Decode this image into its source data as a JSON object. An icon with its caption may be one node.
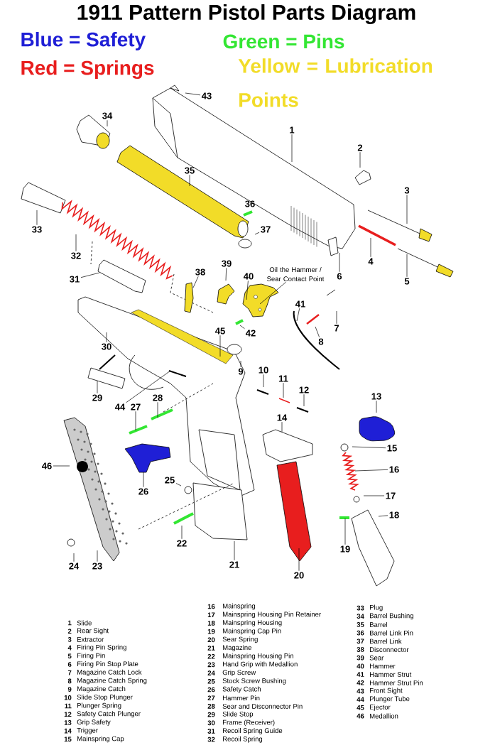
{
  "diagram": {
    "title": "1911 Pattern Pistol Parts Diagram",
    "legend": [
      {
        "text": "Blue = Safety",
        "color": "#1f1fd6"
      },
      {
        "text": "Green = Pins",
        "color": "#33e633"
      },
      {
        "text": "Red = Springs",
        "color": "#e81e1e"
      },
      {
        "text": "Yellow = Lubrication Points",
        "color": "#f2dc28"
      }
    ],
    "nodes": [
      {
        "text": [
          "1"
        ]
      },
      {
        "text": [
          "2"
        ]
      },
      {
        "text": [
          "3"
        ]
      },
      {
        "text": [
          "4"
        ]
      },
      {
        "text": [
          "5"
        ]
      },
      {
        "text": [
          "6"
        ]
      },
      {
        "text": [
          "7"
        ]
      },
      {
        "text": [
          "8"
        ]
      },
      {
        "text": [
          "9"
        ]
      },
      {
        "text": [
          "10"
        ]
      },
      {
        "text": [
          "11"
        ]
      },
      {
        "text": [
          "12"
        ]
      },
      {
        "text": [
          "13"
        ]
      },
      {
        "text": [
          "14"
        ]
      },
      {
        "text": [
          "15"
        ]
      },
      {
        "text": [
          "16"
        ]
      },
      {
        "text": [
          "17"
        ]
      },
      {
        "text": [
          "18"
        ]
      },
      {
        "text": [
          "19"
        ]
      },
      {
        "text": [
          "20"
        ]
      },
      {
        "text": [
          "21"
        ]
      },
      {
        "text": [
          "22"
        ]
      },
      {
        "text": [
          "23"
        ]
      },
      {
        "text": [
          "24"
        ]
      },
      {
        "text": [
          "25"
        ]
      },
      {
        "text": [
          "26"
        ]
      },
      {
        "text": [
          "27"
        ]
      },
      {
        "text": [
          "28"
        ]
      },
      {
        "text": [
          "29"
        ]
      },
      {
        "text": [
          "30"
        ]
      },
      {
        "text": [
          "31"
        ]
      },
      {
        "text": [
          "32"
        ]
      },
      {
        "text": [
          "33"
        ]
      },
      {
        "text": [
          "34"
        ]
      },
      {
        "text": [
          "35"
        ]
      },
      {
        "text": [
          "36"
        ]
      },
      {
        "text": [
          "37"
        ]
      },
      {
        "text": [
          "38"
        ]
      },
      {
        "text": [
          "39"
        ]
      },
      {
        "text": [
          "40"
        ]
      },
      {
        "text": [
          "41"
        ]
      },
      {
        "text": [
          "42"
        ]
      },
      {
        "text": [
          "43"
        ]
      },
      {
        "text": [
          "44"
        ]
      },
      {
        "text": [
          "45"
        ]
      },
      {
        "text": [
          "46"
        ]
      },
      {
        "text": [
          "Oil the Hammer / Sear Contact Point"
        ]
      }
    ],
    "edges": [
      {
        "from": 0,
        "to": null,
        "arrow": "none"
      },
      {
        "from": 1,
        "to": null,
        "arrow": "none"
      },
      {
        "from": 2,
        "to": null,
        "arrow": "none"
      },
      {
        "from": 3,
        "to": null,
        "arrow": "none"
      },
      {
        "from": 4,
        "to": null,
        "arrow": "none"
      },
      {
        "from": 5,
        "to": null,
        "arrow": "none"
      },
      {
        "from": 6,
        "to": null,
        "arrow": "none"
      },
      {
        "from": 7,
        "to": null,
        "arrow": "none"
      },
      {
        "from": 8,
        "to": null,
        "arrow": "none"
      },
      {
        "from": 9,
        "to": null,
        "arrow": "none"
      },
      {
        "from": 10,
        "to": null,
        "arrow": "none"
      },
      {
        "from": 11,
        "to": null,
        "arrow": "none"
      },
      {
        "from": 12,
        "to": null,
        "arrow": "none"
      },
      {
        "from": 13,
        "to": null,
        "arrow": "none"
      },
      {
        "from": 14,
        "to": null,
        "arrow": "none"
      },
      {
        "from": 15,
        "to": null,
        "arrow": "none"
      },
      {
        "from": 16,
        "to": null,
        "arrow": "none"
      },
      {
        "from": 17,
        "to": null,
        "arrow": "none"
      },
      {
        "from": 18,
        "to": null,
        "arrow": "none"
      },
      {
        "from": 19,
        "to": null,
        "arrow": "none"
      },
      {
        "from": 20,
        "to": null,
        "arrow": "none"
      },
      {
        "from": 21,
        "to": null,
        "arrow": "none"
      },
      {
        "from": 22,
        "to": null,
        "arrow": "none"
      },
      {
        "from": 23,
        "to": null,
        "arrow": "none"
      },
      {
        "from": 24,
        "to": null,
        "arrow": "none"
      },
      {
        "from": 25,
        "to": null,
        "arrow": "none"
      },
      {
        "from": 26,
        "to": null,
        "arrow": "none"
      },
      {
        "from": 27,
        "to": null,
        "arrow": "none"
      },
      {
        "from": 28,
        "to": null,
        "arrow": "none"
      },
      {
        "from": 29,
        "to": null,
        "arrow": "none"
      },
      {
        "from": 30,
        "to": null,
        "arrow": "none"
      },
      {
        "from": 31,
        "to": null,
        "arrow": "none"
      },
      {
        "from": 32,
        "to": null,
        "arrow": "none"
      },
      {
        "from": 33,
        "to": null,
        "arrow": "none"
      },
      {
        "from": 34,
        "to": null,
        "arrow": "none"
      },
      {
        "from": 36,
        "to": null,
        "arrow": "none"
      },
      {
        "from": 37,
        "to": null,
        "arrow": "none"
      },
      {
        "from": 38,
        "to": null,
        "arrow": "none"
      },
      {
        "from": 39,
        "to": null,
        "arrow": "none"
      },
      {
        "from": 40,
        "to": null,
        "arrow": "none"
      },
      {
        "from": 41,
        "to": null,
        "arrow": "none"
      },
      {
        "from": 42,
        "to": null,
        "arrow": "none"
      },
      {
        "from": 43,
        "to": null,
        "arrow": "none"
      },
      {
        "from": 44,
        "to": null,
        "arrow": "none"
      },
      {
        "from": 45,
        "to": null,
        "arrow": "none"
      },
      {
        "from": 46,
        "to": null,
        "arrow": "none"
      }
    ],
    "labels": [
      "1",
      "Slide",
      "2",
      "Rear Sight",
      "3",
      "Extractor",
      "4",
      "Firing Pin Spring",
      "5",
      "Firing Pin",
      "6",
      "Firing Pin Stop Plate",
      "7",
      "Magazine Catch Lock",
      "8",
      "Magazine Catch Spring",
      "9",
      "Magazine Catch",
      "10",
      "Slide Stop Plunger",
      "11",
      "Plunger Spring",
      "12",
      "Safety Catch Plunger",
      "13",
      "Grip Safety",
      "14",
      "Trigger",
      "15",
      "Mainspring Cap",
      "16",
      "Mainspring",
      "17",
      "Mainspring Housing Pin Retainer",
      "18",
      "Mainspring Housing",
      "19",
      "Mainspring Cap Pin",
      "20",
      "Sear Spring",
      "21",
      "Magazine",
      "22",
      "Mainspring Housing Pin",
      "23",
      "Hand Grip with Medallion",
      "24",
      "Grip Screw",
      "25",
      "Stock Screw Bushing",
      "26",
      "Safety Catch",
      "27",
      "Hammer Pin",
      "28",
      "Sear and Disconnector Pin",
      "29",
      "Slide Stop",
      "30",
      "Frame (Receiver)",
      "31",
      "Recoil Spring Guide",
      "32",
      "Recoil Spring",
      "33",
      "Plug",
      "34",
      "Barrel Bushing",
      "35",
      "Barrel",
      "36",
      "Barrel Link Pin",
      "37",
      "Barrel Link",
      "38",
      "Disconnector",
      "39",
      "Sear",
      "40",
      "Hammer",
      "41",
      "Hammer Strut",
      "42",
      "Hammer Strut Pin",
      "43",
      "Front Sight",
      "44",
      "Plunger Tube",
      "45",
      "Ejector",
      "46",
      "Medallion"
    ]
  }
}
